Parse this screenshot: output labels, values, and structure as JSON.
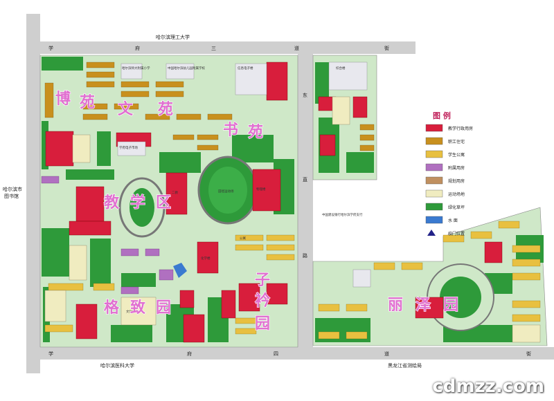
{
  "roads": {
    "top_road_chars": [
      "学",
      "府",
      "三",
      "道",
      "街"
    ],
    "bottom_road_chars": [
      "学",
      "府",
      "四",
      "道",
      "街"
    ],
    "east_road_chars": [
      "东",
      "直",
      "路"
    ],
    "hit_top": "哈尔滨理工大学",
    "hmu_bottom": "哈尔滨医科大学",
    "library_left_1": "哈尔滨市",
    "library_left_2": "图书馆",
    "river_office": "黑龙江省测绘局"
  },
  "zones": {
    "bowen": [
      "博",
      "苑"
    ],
    "wenyuan": [
      "文",
      "苑"
    ],
    "shuyuan": [
      "书",
      "苑"
    ],
    "jiaoxue": [
      "教",
      "学",
      "区"
    ],
    "gezhi": [
      "格",
      "致",
      "园"
    ],
    "ziyuan": [
      "子",
      "衿",
      "园"
    ],
    "liyuan": [
      "丽",
      "泽",
      "园"
    ]
  },
  "building_labels": {
    "fuyou": "中国哈尔滨幼儿园附属学校",
    "stadium": "田径运动场",
    "plaza": "文化广场",
    "road_mid": "中国建设银行哈尔滨学府支行",
    "n1": "哈尔滨师大附属小学",
    "n2": "学府电子市场",
    "n3": "信息电子楼",
    "n4": "综合楼",
    "n5": "二教",
    "n6": "物理楼",
    "n7": "化学楼",
    "apt": "公寓"
  },
  "legend": {
    "title": "图 例",
    "items": [
      {
        "label": "教学行政用房",
        "color": "#d81e3c"
      },
      {
        "label": "职工住宅",
        "color": "#c8901e"
      },
      {
        "label": "学生公寓",
        "color": "#e8c040"
      },
      {
        "label": "附属用房",
        "color": "#b070c0"
      },
      {
        "label": "规划用房",
        "color": "#c09060"
      },
      {
        "label": "运动场地",
        "color": "#f0ecc0"
      },
      {
        "label": "绿化草坪",
        "color": "#2e9a3a"
      },
      {
        "label": "水 面",
        "color": "#3a7ad0"
      },
      {
        "label": "校门位置",
        "color": "#222288"
      }
    ]
  },
  "watermark": "cdmzz.com",
  "colors": {
    "green": "#2e9a3a",
    "lightgreen": "#cfe8c8",
    "red": "#d81e3c",
    "orange": "#c8901e",
    "yellow": "#e8c040",
    "purple": "#b070c0",
    "cream": "#f0ecc0",
    "road": "#d0d0d0"
  }
}
